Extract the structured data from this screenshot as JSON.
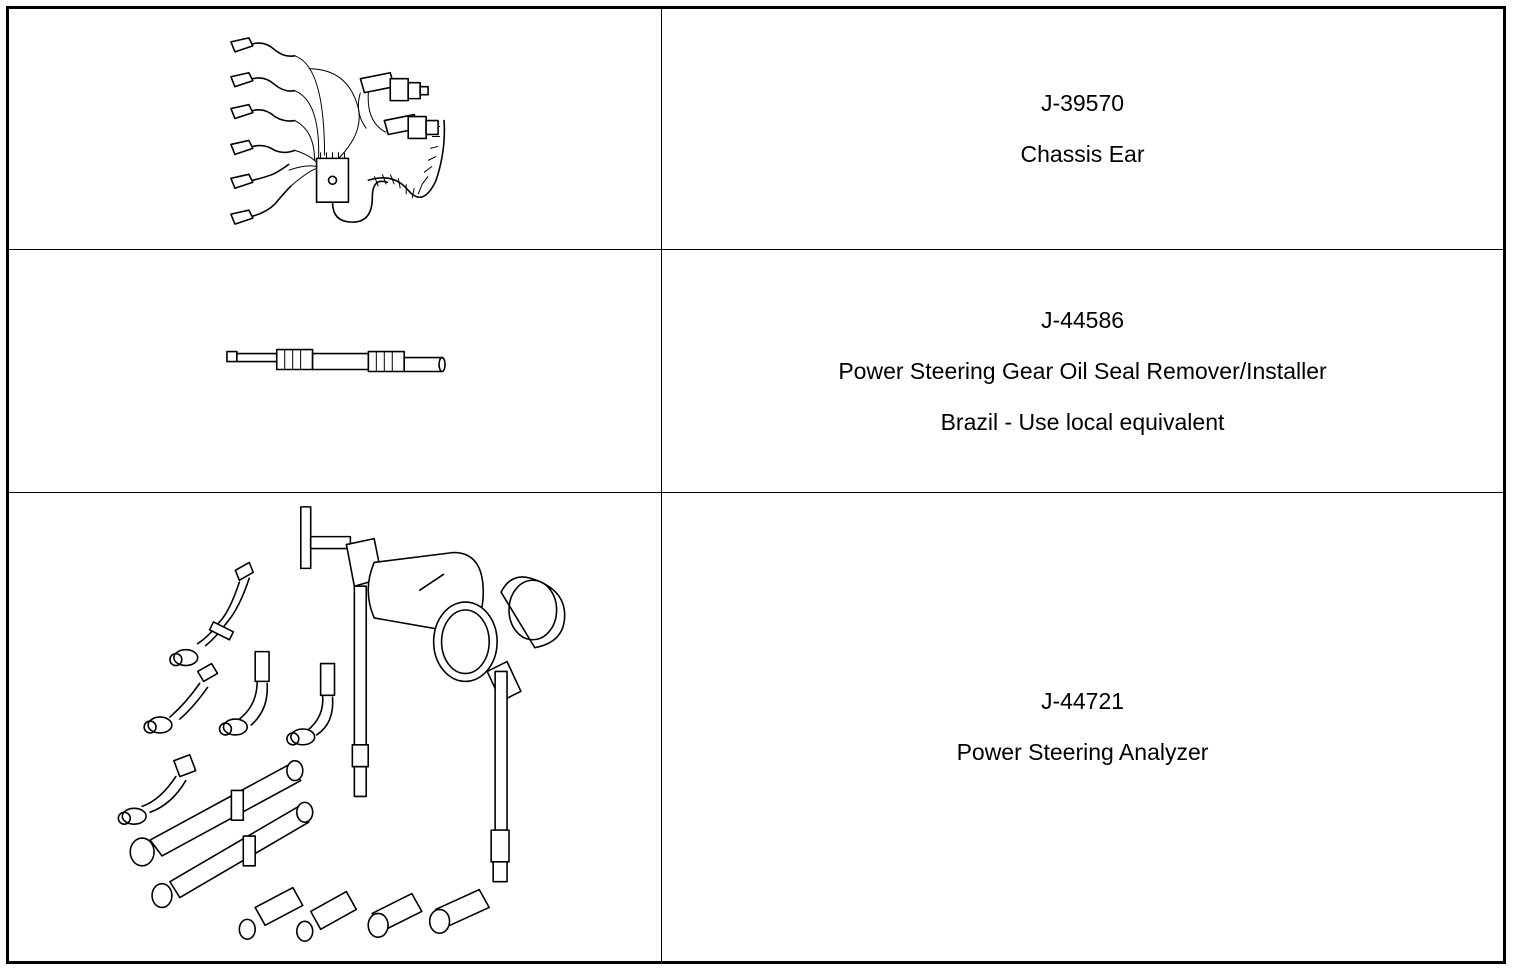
{
  "tools": [
    {
      "illustration": "chassis-ear-illustration",
      "lines": [
        "J-39570",
        "Chassis Ear"
      ]
    },
    {
      "illustration": "oil-seal-tool-illustration",
      "lines": [
        "J-44586",
        "Power Steering Gear Oil Seal Remover/Installer",
        "Brazil - Use local equivalent"
      ]
    },
    {
      "illustration": "power-steering-analyzer-illustration",
      "lines": [
        "J-44721",
        "Power Steering Analyzer"
      ]
    }
  ]
}
